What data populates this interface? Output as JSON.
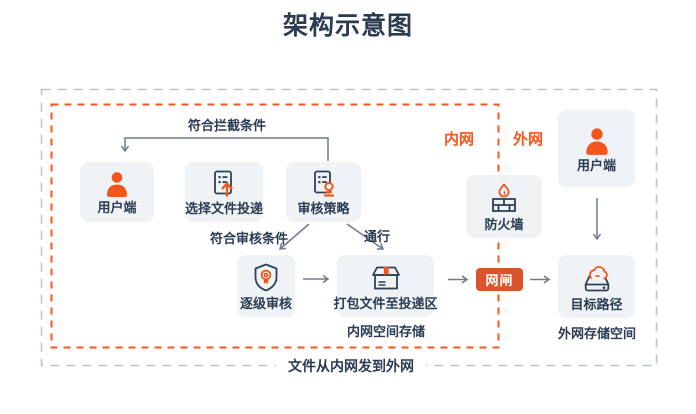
{
  "title": "架构示意图",
  "zones": {
    "internal": "内网",
    "external": "外网"
  },
  "nodes": {
    "client_internal": "用户端",
    "select_file": "选择文件投递",
    "review_policy": "审核策略",
    "firewall": "防火墙",
    "step_review": "逐级审核",
    "package_delivery": "打包文件至投递区",
    "gate": "网闸",
    "client_external": "用户端",
    "target_path": "目标路径"
  },
  "edge_labels": {
    "intercept": "符合拦截条件",
    "review_ok": "符合审核条件",
    "pass": "通行"
  },
  "captions": {
    "internal_storage": "内网空间存储",
    "external_storage": "外网存储空间",
    "flow": "文件从内网发到外网"
  },
  "colors": {
    "accent": "#fa541c",
    "navy": "#2b3b52",
    "arrow": "#6f7b8a",
    "gate_bg": "#d9542b",
    "node_bg": "#f0f3f5",
    "outer_dash": "#bac4d4"
  }
}
